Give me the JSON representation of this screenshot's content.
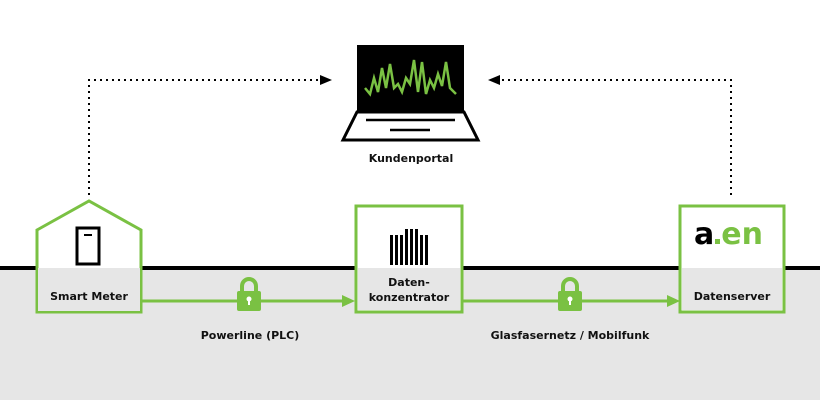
{
  "colors": {
    "accent": "#7ac143",
    "ground": "#e6e6e6",
    "line": "#000000"
  },
  "nodes": {
    "portal": {
      "label": "Kundenportal",
      "icon": "laptop-icon"
    },
    "meter": {
      "label": "Smart Meter",
      "icon": "house-meter-icon"
    },
    "concentrator": {
      "label_line1": "Daten-",
      "label_line2": "konzentrator",
      "icon": "concentrator-icon"
    },
    "server": {
      "label": "Datenserver",
      "logo_part1": "a",
      "logo_part2": "en",
      "icon": "aen-logo"
    }
  },
  "connections": [
    {
      "label": "Powerline (PLC)",
      "icon": "lock-icon"
    },
    {
      "label": "Glasfasernetz / Mobilfunk",
      "icon": "lock-icon"
    }
  ]
}
